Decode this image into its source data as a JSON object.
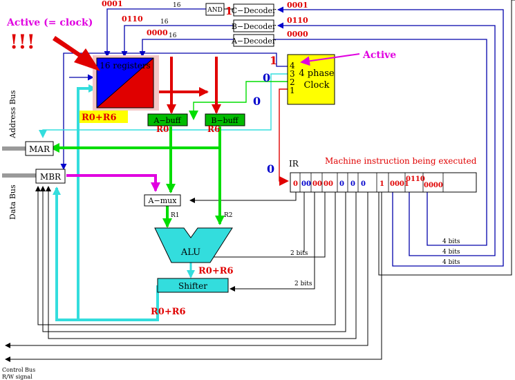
{
  "annotations": {
    "active_clock": "Active (= clock)",
    "exclaims": "!!!",
    "active": "Active",
    "machine_instruction": "Machine instruction being executed"
  },
  "components": {
    "and_gate": "AND",
    "c_decoder": "C−Decoder",
    "b_decoder": "B−Decoder",
    "a_decoder": "A−Decoder",
    "registers": "16 registers",
    "clock_line1": "4 phase",
    "clock_line2": "Clock",
    "a_buff": "A−buff",
    "b_buff": "B−buff",
    "mar": "MAR",
    "mbr": "MBR",
    "a_mux": "A−mux",
    "alu": "ALU",
    "shifter": "Shifter",
    "ir": "IR"
  },
  "clock_phases": [
    "4",
    "3",
    "2",
    "1"
  ],
  "bus_labels": {
    "address_bus": "Address Bus",
    "data_bus": "Data Bus",
    "control_bus": "Control Bus",
    "rw_signal": "R/W signal"
  },
  "wire_labels": {
    "c_width": "16",
    "b_width": "16",
    "a_width": "16",
    "r1": "R1",
    "r2": "R2",
    "alu_ctrl": "2 bits",
    "shift_ctrl": "2 bits",
    "f4a": "4 bits",
    "f4b": "4 bits",
    "f4c": "4 bits"
  },
  "signal_values": {
    "c_bits": "0001",
    "b_bits": "0110",
    "a_bits": "0000",
    "and_one": "1",
    "c_bits_right": "0001",
    "b_bits_right": "0110",
    "a_bits_right": "0000",
    "clock_one": "1",
    "zero_reg": "0",
    "zero_buff": "0",
    "zero_ir": "0",
    "sum_regs": "R0+R6",
    "buff_a_label": "R0",
    "buff_b_label": "R6",
    "sum_alu": "R0+R6",
    "sum_shift": "R0+R6"
  },
  "ir_fields": [
    {
      "text": "0",
      "color": "#e00000"
    },
    {
      "text": "00",
      "color": "#0000cc"
    },
    {
      "text": "00",
      "color": "#e00000"
    },
    {
      "text": "00",
      "color": "#e00000"
    },
    {
      "text": "0",
      "color": "#0000cc"
    },
    {
      "text": "0",
      "color": "#0000cc"
    },
    {
      "text": "0",
      "color": "#0000cc"
    },
    {
      "text": "1",
      "color": "#e00000"
    },
    {
      "text": "0001",
      "color": "#e00000"
    },
    {
      "text": "0110",
      "color": "#e00000"
    },
    {
      "text": "0000",
      "color": "#e00000"
    }
  ],
  "colors": {
    "red": "#e00000",
    "blue": "#0000cc",
    "navy": "#0000aa",
    "green": "#00dd00",
    "cyan": "#33dddd",
    "magenta": "#e000e0",
    "yellow": "#ffff00",
    "pink": "#f4c6c6",
    "buff_green": "#00bb00"
  }
}
